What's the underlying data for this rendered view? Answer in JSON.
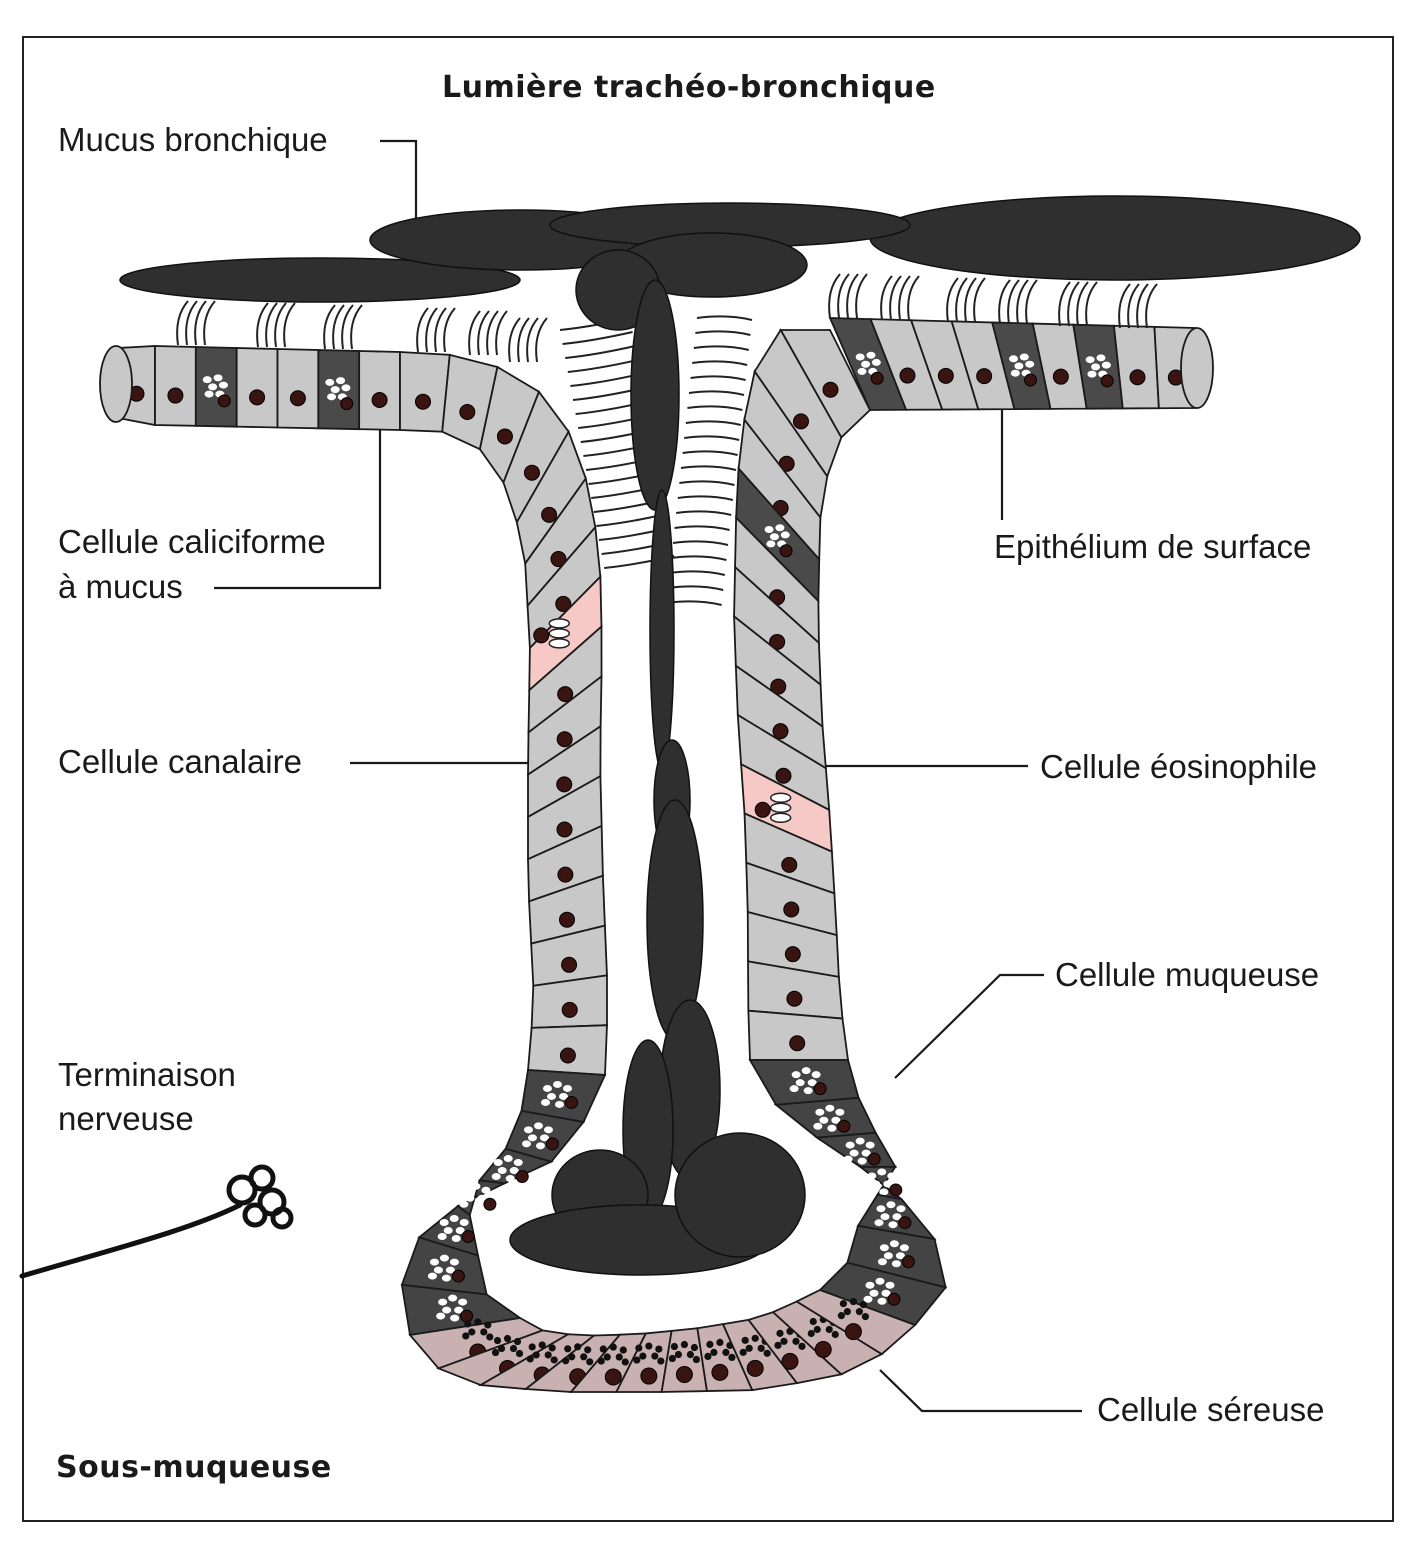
{
  "title_top": "Lumière trachéo-bronchique",
  "title_bottom": "Sous-muqueuse",
  "labels": {
    "mucus": "Mucus bronchique",
    "caliciforme_1": "Cellule caliciforme",
    "caliciforme_2": "à mucus",
    "canalaire": "Cellule canalaire",
    "terminaison_1": "Terminaison",
    "terminaison_2": "nerveuse",
    "epithelium": "Epithélium de surface",
    "eosinophile": "Cellule éosinophile",
    "muqueuse": "Cellule muqueuse",
    "sereuse": "Cellule séreuse"
  },
  "colors": {
    "ciliated_cell": "#c8c8c8",
    "goblet_cell": "#4a4a4a",
    "mucous_cell": "#444444",
    "serous_cell": "#c9b1b1",
    "eosinophil_cell": "#f6c9c6",
    "nucleus": "#3a1410",
    "mucus": "#2f2f2f",
    "line": "#1a1a1a"
  }
}
